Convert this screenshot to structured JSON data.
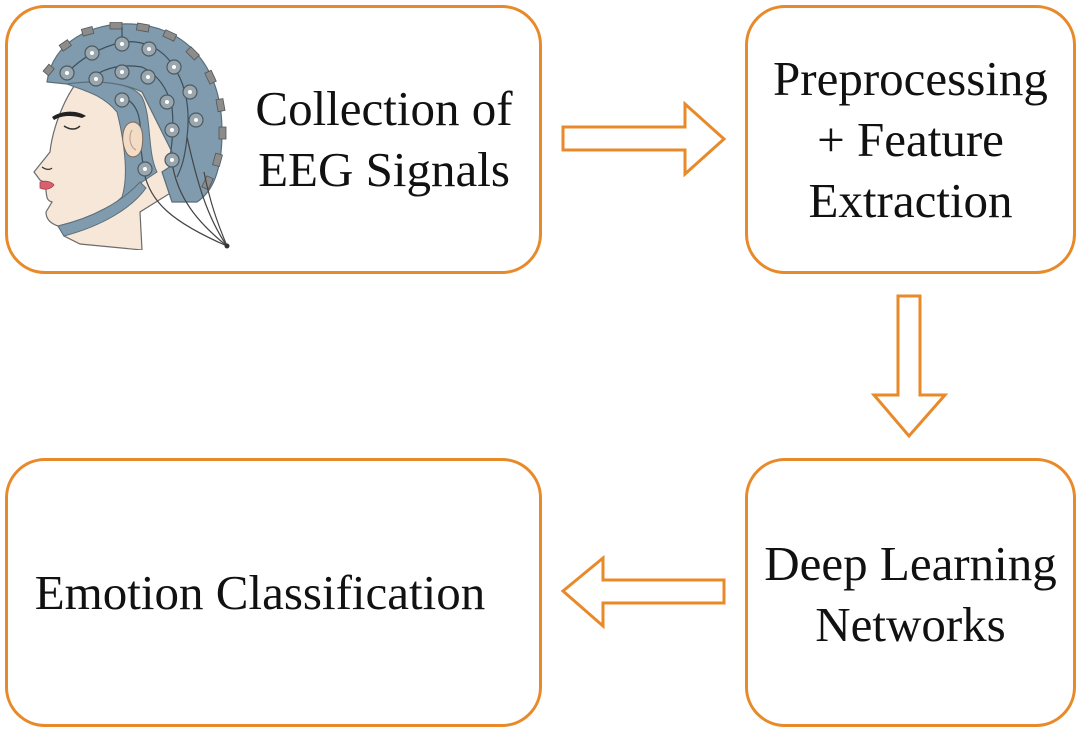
{
  "diagram": {
    "type": "flowchart",
    "accent_color": "#E8892A",
    "nodes": [
      {
        "id": "collection",
        "lines": [
          "Collection of",
          "EEG Signals"
        ],
        "icon": "eeg-cap-head-icon"
      },
      {
        "id": "preprocess",
        "lines": [
          "Preprocessing",
          "+ Feature",
          "Extraction"
        ]
      },
      {
        "id": "deep",
        "lines": [
          "Deep Learning",
          "Networks"
        ]
      },
      {
        "id": "emotion",
        "lines": [
          "Emotion Classification"
        ]
      }
    ],
    "edges": [
      {
        "from": "collection",
        "to": "preprocess",
        "direction": "right"
      },
      {
        "from": "preprocess",
        "to": "deep",
        "direction": "down"
      },
      {
        "from": "deep",
        "to": "emotion",
        "direction": "left"
      }
    ]
  }
}
